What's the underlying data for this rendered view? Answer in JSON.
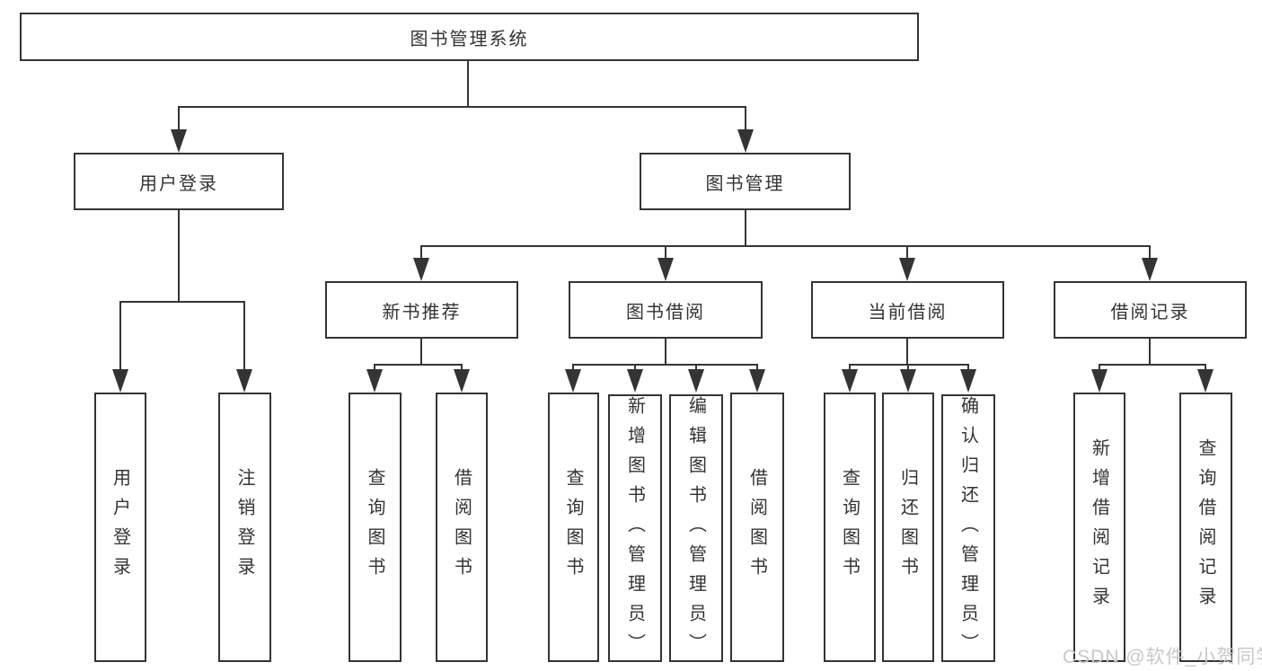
{
  "diagram": {
    "root": {
      "label": "图书管理系统"
    },
    "branches": [
      {
        "label": "用户登录",
        "leaves": [
          {
            "label": "用户登录"
          },
          {
            "label": "注销登录"
          }
        ]
      },
      {
        "label": "图书管理",
        "groups": [
          {
            "label": "新书推荐",
            "leaves": [
              {
                "label": "查询图书"
              },
              {
                "label": "借阅图书"
              }
            ]
          },
          {
            "label": "图书借阅",
            "leaves": [
              {
                "label": "查询图书"
              },
              {
                "label": "新增图书（管理员）"
              },
              {
                "label": "编辑图书（管理员）"
              },
              {
                "label": "借阅图书"
              }
            ]
          },
          {
            "label": "当前借阅",
            "leaves": [
              {
                "label": "查询图书"
              },
              {
                "label": "归还图书"
              },
              {
                "label": "确认归还（管理员）"
              }
            ]
          },
          {
            "label": "借阅记录",
            "leaves": [
              {
                "label": "新增借阅记录"
              },
              {
                "label": "查询借阅记录"
              }
            ]
          }
        ]
      }
    ]
  },
  "watermark": {
    "text": "CSDN @软件_小贺同学"
  },
  "colors": {
    "line": "#343434",
    "text": "#333333",
    "watermark": "#c8c8c8",
    "background": "#ffffff"
  }
}
